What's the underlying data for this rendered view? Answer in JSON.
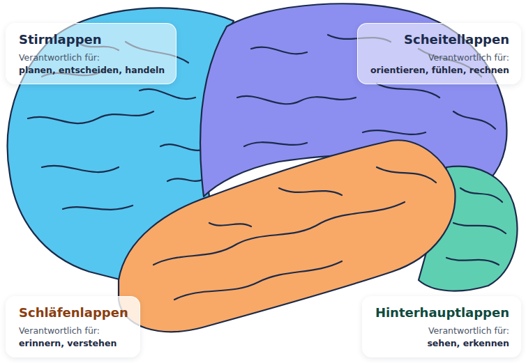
{
  "diagram": {
    "nodes": [
      {
        "text": [
          "Stirnlappen",
          "Verantwortlich für:",
          "planen, entscheiden, handeln"
        ]
      },
      {
        "text": [
          "Scheitellappen",
          "Verantwortlich für:",
          "orientieren, fühlen, rechnen"
        ]
      },
      {
        "text": [
          "Schläfenlappen",
          "Verantwortlich für:",
          "erinnern, verstehen"
        ]
      },
      {
        "text": [
          "Hinterhauptlappen",
          "Verantwortlich für:",
          "sehen, erkennen"
        ]
      }
    ]
  }
}
